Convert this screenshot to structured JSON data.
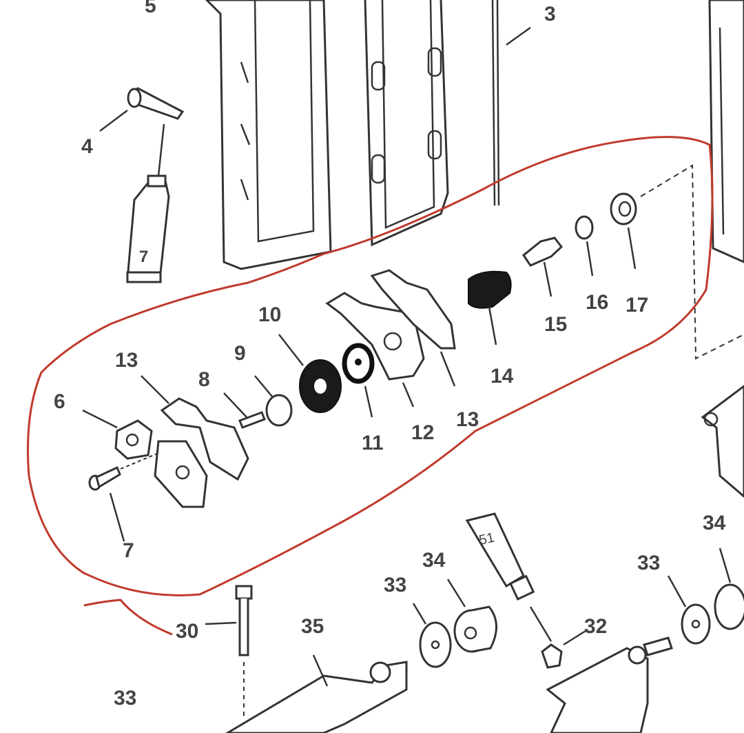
{
  "diagram": {
    "outline_color": "#c0392b",
    "line_color": "#333333",
    "labels": {
      "l5": "5",
      "l3": "3",
      "l4": "4",
      "l7a": "7",
      "l7b": "7",
      "l6": "6",
      "l13a": "13",
      "l8": "8",
      "l9": "9",
      "l10": "10",
      "l11": "11",
      "l12": "12",
      "l13b": "13",
      "l14": "14",
      "l15": "15",
      "l16": "16",
      "l17": "17",
      "l30": "30",
      "l35": "35",
      "l33a": "33",
      "l34a": "34",
      "l51": "51",
      "l32": "32",
      "l33b": "33",
      "l34b": "34",
      "l33c": "33"
    }
  }
}
